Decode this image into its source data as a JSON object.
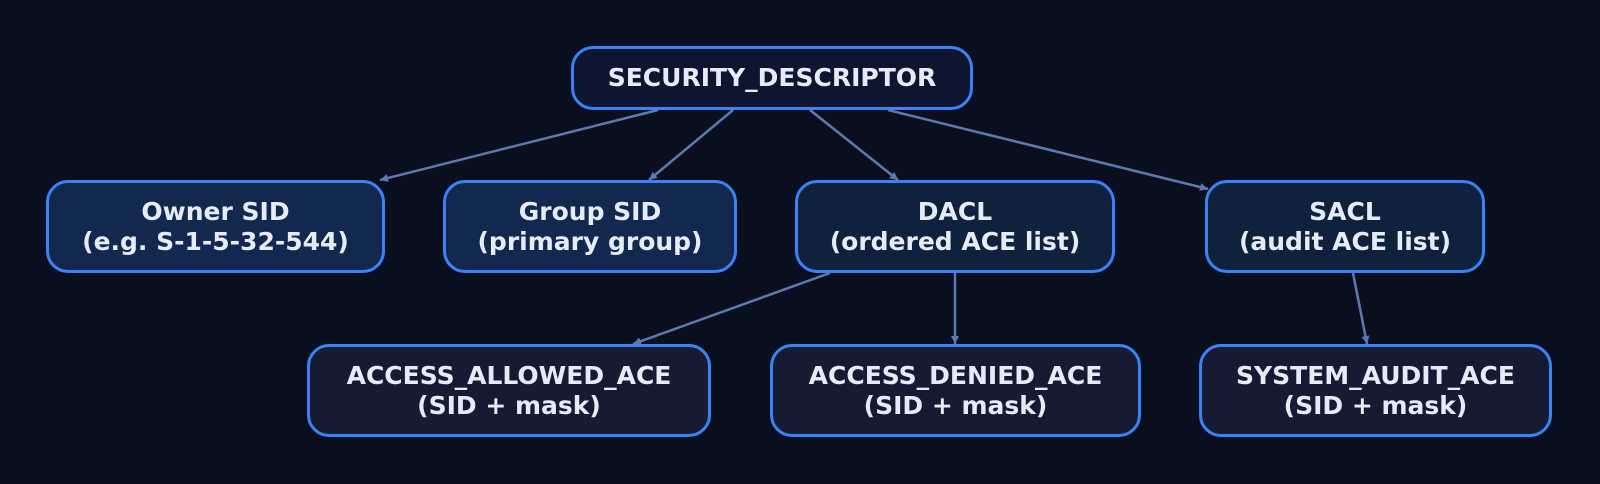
{
  "colors": {
    "background": "#0a0f1f",
    "node_border": "#3b82f6",
    "edge": "#5b7bb0",
    "text": "#e6ecf7"
  },
  "nodes": {
    "root": {
      "line1": "SECURITY_DESCRIPTOR",
      "fill": "#0e1530"
    },
    "owner": {
      "line1": "Owner SID",
      "line2": "(e.g. S-1-5-32-544)",
      "fill": "#13284f"
    },
    "group": {
      "line1": "Group SID",
      "line2": "(primary group)",
      "fill": "#13284f"
    },
    "dacl": {
      "line1": "DACL",
      "line2": "(ordered ACE list)",
      "fill": "#0f213d"
    },
    "sacl": {
      "line1": "SACL",
      "line2": "(audit ACE list)",
      "fill": "#0f213d"
    },
    "allowed": {
      "line1": "ACCESS_ALLOWED_ACE",
      "line2": "(SID + mask)",
      "fill": "#161b33"
    },
    "denied": {
      "line1": "ACCESS_DENIED_ACE",
      "line2": "(SID + mask)",
      "fill": "#161b33"
    },
    "audit": {
      "line1": "SYSTEM_AUDIT_ACE",
      "line2": "(SID + mask)",
      "fill": "#161b33"
    }
  },
  "edges": [
    {
      "from": "root",
      "to": "owner"
    },
    {
      "from": "root",
      "to": "group"
    },
    {
      "from": "root",
      "to": "dacl"
    },
    {
      "from": "root",
      "to": "sacl"
    },
    {
      "from": "dacl",
      "to": "allowed"
    },
    {
      "from": "dacl",
      "to": "denied"
    },
    {
      "from": "sacl",
      "to": "audit"
    }
  ]
}
